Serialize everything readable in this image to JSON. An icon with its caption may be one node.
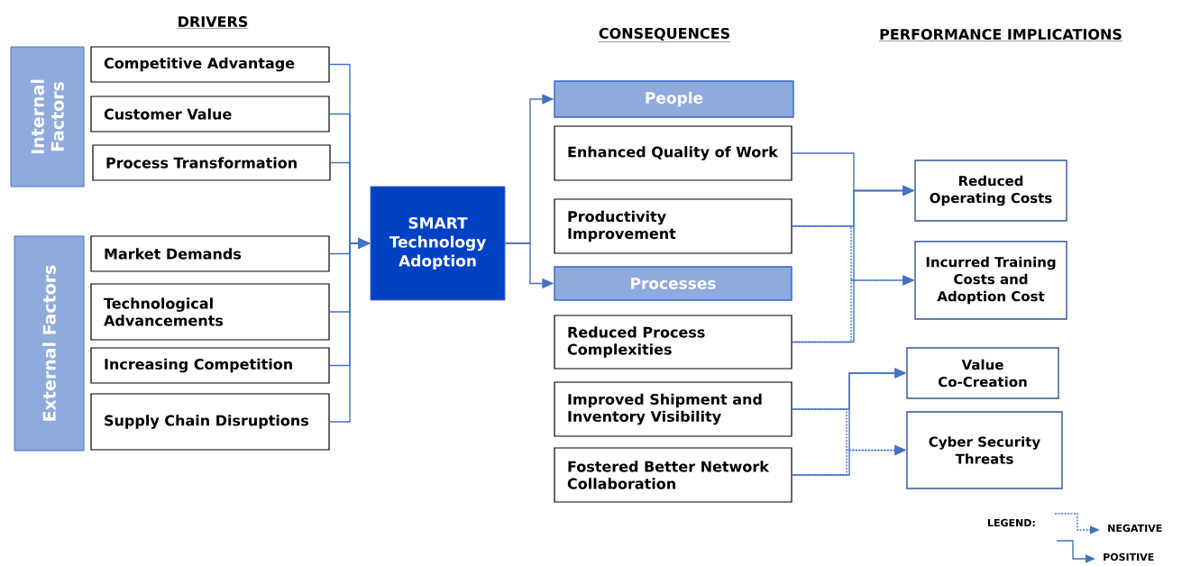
{
  "diagram": {
    "nodes": [
      {
        "text": [
          "Internal Factors"
        ]
      },
      {
        "text": [
          "Competitive Advantage"
        ]
      },
      {
        "text": [
          "Customer Value"
        ]
      },
      {
        "text": [
          "Process Transformation"
        ]
      },
      {
        "text": [
          "External Factors"
        ]
      },
      {
        "text": [
          "Market Demands"
        ]
      },
      {
        "text": [
          "Technological Advancements"
        ]
      },
      {
        "text": [
          "Increasing Competition"
        ]
      },
      {
        "text": [
          "Supply Chain Disruptions"
        ]
      },
      {
        "text": [
          "SMART Technology Adoption"
        ]
      },
      {
        "text": [
          "People"
        ]
      },
      {
        "text": [
          "Enhanced Quality of Work"
        ]
      },
      {
        "text": [
          "Productivity Improvement"
        ]
      },
      {
        "text": [
          "Processes"
        ]
      },
      {
        "text": [
          "Reduced Process Complexities"
        ]
      },
      {
        "text": [
          "Improved Shipment and Inventory Visibility"
        ]
      },
      {
        "text": [
          "Fostered Better Network Collaboration"
        ]
      },
      {
        "text": [
          "Reduced Operating Costs"
        ]
      },
      {
        "text": [
          "Incurred Training Costs and Adoption Cost"
        ]
      },
      {
        "text": [
          "Value Co-Creation"
        ]
      },
      {
        "text": [
          "Cyber Security Threats"
        ]
      }
    ],
    "edges": [
      {
        "from": 1,
        "to": 9,
        "arrow": "to"
      },
      {
        "from": 2,
        "to": 9,
        "arrow": "to"
      },
      {
        "from": 3,
        "to": 9,
        "arrow": "to"
      },
      {
        "from": 5,
        "to": 9,
        "arrow": "to"
      },
      {
        "from": 6,
        "to": 9,
        "arrow": "to"
      },
      {
        "from": 7,
        "to": 9,
        "arrow": "to"
      },
      {
        "from": 8,
        "to": 9,
        "arrow": "to"
      },
      {
        "from": 9,
        "to": 10,
        "arrow": "to"
      },
      {
        "from": 9,
        "to": 13,
        "arrow": "to"
      },
      {
        "from": 11,
        "to": 17,
        "arrow": "to"
      },
      {
        "from": 12,
        "to": 17,
        "arrow": "to"
      },
      {
        "from": 12,
        "to": 18,
        "arrow": "to",
        "style": "dashed"
      },
      {
        "from": 14,
        "to": 17,
        "arrow": "to"
      },
      {
        "from": 14,
        "to": 18,
        "arrow": "to",
        "style": "dashed"
      },
      {
        "from": 15,
        "to": 19,
        "arrow": "to"
      },
      {
        "from": 15,
        "to": 20,
        "arrow": "to",
        "style": "dashed"
      },
      {
        "from": 16,
        "to": 19,
        "arrow": "to"
      },
      {
        "from": 16,
        "to": 20,
        "arrow": "to",
        "style": "dashed"
      }
    ],
    "labels": [
      "DRIVERS",
      "CONSEQUENCES",
      "PERFORMANCE IMPLICATIONS",
      "LEGEND:"
    ],
    "legend": [
      {
        "text": "NEGATIVE"
      },
      {
        "text": "POSITIVE"
      }
    ]
  }
}
